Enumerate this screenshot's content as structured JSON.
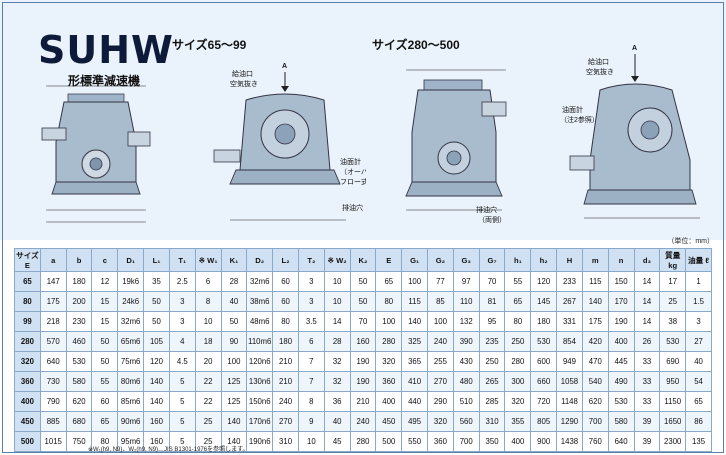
{
  "model": "SUHW",
  "subtitle": "形標準減速機",
  "size_ranges": [
    "サイズ65〜99",
    "サイズ280〜500"
  ],
  "unit_note": "（単位：mm）",
  "footnote": "※W₁(h9, N9)、W₂(h9, N9)…JIS B1301-1976を参照します。",
  "diagram_labels": {
    "view_a": "A",
    "oil_inlet": "給油口",
    "air_vent": "空気抜き",
    "oil_gauge": "油面計",
    "oil_gauge_type": "（オーバフロー式）",
    "drain": "排油穴",
    "drain_both": "排油穴（両側）",
    "oil_gauge_note": "油面計（注2参照）"
  },
  "table": {
    "headers": [
      "サイズ E",
      "a",
      "b",
      "c",
      "D₁",
      "L₁",
      "T₁",
      "※ W₁",
      "K₁",
      "D₂",
      "L₂",
      "T₂",
      "※ W₂",
      "K₂",
      "E",
      "G₁",
      "G₂",
      "G₃",
      "G₇",
      "h₁",
      "h₂",
      "H",
      "m",
      "n",
      "d₃",
      "質量 kg",
      "油量 ℓ"
    ],
    "rows": [
      [
        "65",
        "147",
        "180",
        "12",
        "19k6",
        "35",
        "2.5",
        "6",
        "28",
        "32m6",
        "60",
        "3",
        "10",
        "50",
        "65",
        "100",
        "77",
        "97",
        "70",
        "55",
        "120",
        "233",
        "115",
        "150",
        "14",
        "17",
        "1"
      ],
      [
        "80",
        "175",
        "200",
        "15",
        "24k6",
        "50",
        "3",
        "8",
        "40",
        "38m6",
        "60",
        "3",
        "10",
        "50",
        "80",
        "115",
        "85",
        "110",
        "81",
        "65",
        "145",
        "267",
        "140",
        "170",
        "14",
        "25",
        "1.5"
      ],
      [
        "99",
        "218",
        "230",
        "15",
        "32m6",
        "50",
        "3",
        "10",
        "50",
        "48m6",
        "80",
        "3.5",
        "14",
        "70",
        "100",
        "140",
        "100",
        "132",
        "95",
        "80",
        "180",
        "331",
        "175",
        "190",
        "14",
        "38",
        "3"
      ],
      [
        "280",
        "570",
        "460",
        "50",
        "65m6",
        "105",
        "4",
        "18",
        "90",
        "110m6",
        "180",
        "6",
        "28",
        "160",
        "280",
        "325",
        "240",
        "390",
        "235",
        "250",
        "530",
        "854",
        "420",
        "400",
        "26",
        "530",
        "27"
      ],
      [
        "320",
        "640",
        "530",
        "50",
        "75m6",
        "120",
        "4.5",
        "20",
        "100",
        "120n6",
        "210",
        "7",
        "32",
        "190",
        "320",
        "365",
        "255",
        "430",
        "250",
        "280",
        "600",
        "949",
        "470",
        "445",
        "33",
        "690",
        "40"
      ],
      [
        "360",
        "730",
        "580",
        "55",
        "80m6",
        "140",
        "5",
        "22",
        "125",
        "130n6",
        "210",
        "7",
        "32",
        "190",
        "360",
        "410",
        "270",
        "480",
        "265",
        "300",
        "660",
        "1058",
        "540",
        "490",
        "33",
        "950",
        "54"
      ],
      [
        "400",
        "790",
        "620",
        "60",
        "85m6",
        "140",
        "5",
        "22",
        "125",
        "150n6",
        "240",
        "8",
        "36",
        "210",
        "400",
        "440",
        "290",
        "510",
        "285",
        "320",
        "720",
        "1148",
        "620",
        "530",
        "33",
        "1150",
        "65"
      ],
      [
        "450",
        "885",
        "680",
        "65",
        "90m6",
        "160",
        "5",
        "25",
        "140",
        "170n6",
        "270",
        "9",
        "40",
        "240",
        "450",
        "495",
        "320",
        "560",
        "310",
        "355",
        "805",
        "1290",
        "700",
        "580",
        "39",
        "1650",
        "86"
      ],
      [
        "500",
        "1015",
        "750",
        "80",
        "95m6",
        "160",
        "5",
        "25",
        "140",
        "190n6",
        "310",
        "10",
        "45",
        "280",
        "500",
        "550",
        "360",
        "700",
        "350",
        "400",
        "900",
        "1438",
        "760",
        "640",
        "39",
        "2300",
        "135"
      ]
    ]
  }
}
